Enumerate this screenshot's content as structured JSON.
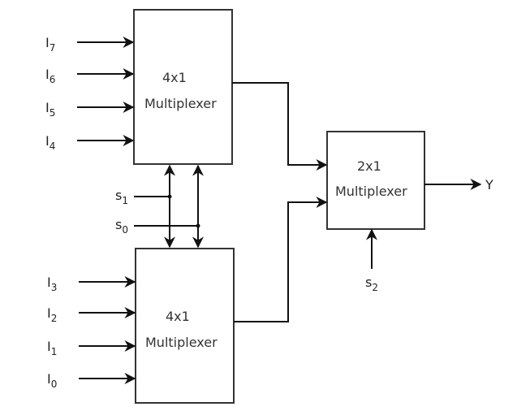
{
  "diagram": {
    "title": "8x1 Multiplexer using two 4x1 Multiplexers and a 2x1 Multiplexer",
    "blocks": [
      {
        "id": "mux_top",
        "line1": "4x1",
        "line2": "Multiplexer"
      },
      {
        "id": "mux_bottom",
        "line1": "4x1",
        "line2": "Multiplexer"
      },
      {
        "id": "mux_final",
        "line1": "2x1",
        "line2": "Multiplexer"
      }
    ],
    "top_inputs": [
      {
        "base": "I",
        "sub": "7"
      },
      {
        "base": "I",
        "sub": "6"
      },
      {
        "base": "I",
        "sub": "5"
      },
      {
        "base": "I",
        "sub": "4"
      }
    ],
    "bottom_inputs": [
      {
        "base": "I",
        "sub": "3"
      },
      {
        "base": "I",
        "sub": "2"
      },
      {
        "base": "I",
        "sub": "1"
      },
      {
        "base": "I",
        "sub": "0"
      }
    ],
    "selects": [
      {
        "base": "s",
        "sub": "1"
      },
      {
        "base": "s",
        "sub": "0"
      },
      {
        "base": "s",
        "sub": "2"
      }
    ],
    "output": {
      "label": "Y"
    }
  }
}
